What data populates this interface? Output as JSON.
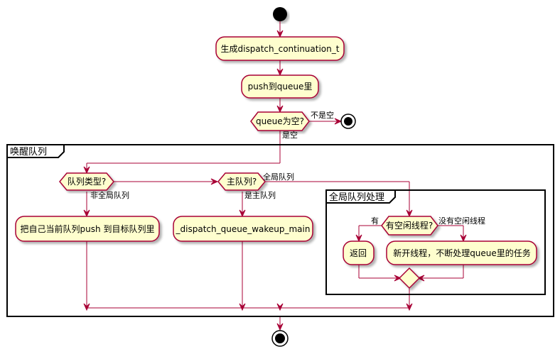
{
  "nodes": {
    "generate": "生成dispatch_continuation_t",
    "push": "push到queue里",
    "queue_empty": "queue为空?",
    "queue_type": "队列类型?",
    "is_main": "主队列?",
    "push_self": "把自己当前队列push 到目标队列里",
    "wakeup_main": "_dispatch_queue_wakeup_main",
    "idle_thread": "有空闲线程?",
    "return": "返回",
    "new_thread": "新开线程，不断处理queue里的任务"
  },
  "edges": {
    "not_empty": "不是空",
    "empty": "是空",
    "global_queue": "全局队列",
    "not_global": "非全局队列",
    "is_main_yes": "是主队列",
    "has": "有",
    "no_idle": "没有空闲线程"
  },
  "groups": {
    "wake": "唤醒队列",
    "global": "全局队列处理"
  },
  "colors": {
    "activity_fill": "#fefece",
    "border": "#a80036",
    "group_border": "#000000"
  }
}
